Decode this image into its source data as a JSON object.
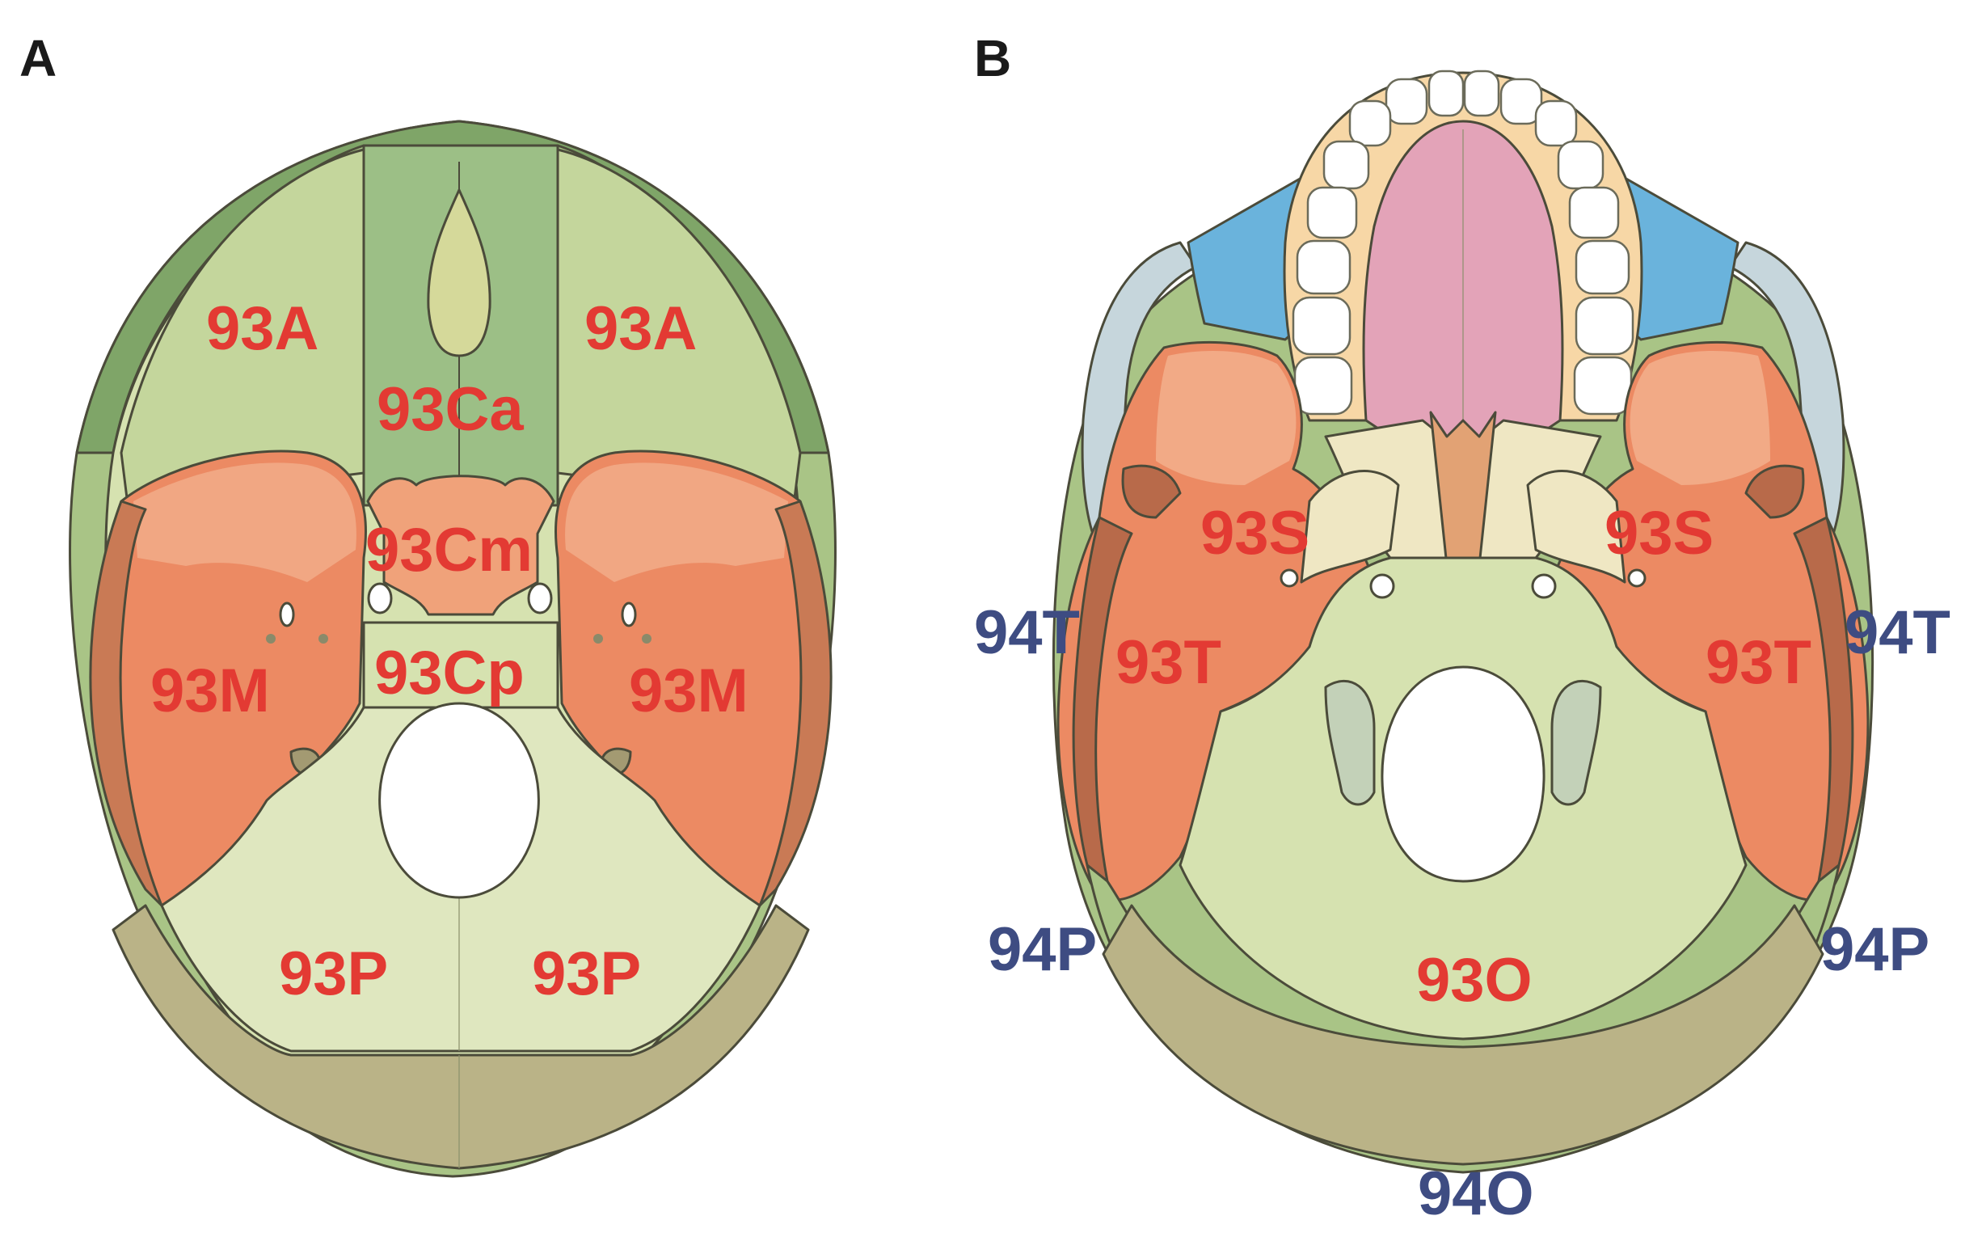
{
  "panels": [
    {
      "letter": "A",
      "labels": {
        "anterior_left": "93A",
        "anterior_right": "93A",
        "cribriform": "93Ca",
        "sella": "93Cm",
        "clivus": "93Cp",
        "middle_left": "93M",
        "middle_right": "93M",
        "posterior_left": "93P",
        "posterior_right": "93P"
      }
    },
    {
      "letter": "B",
      "labels": {
        "sphenoid_left": "93S",
        "sphenoid_right": "93S",
        "temporal_left": "93T",
        "temporal_right": "93T",
        "occipital": "93O",
        "outer_temporal_left": "94T",
        "outer_temporal_right": "94T",
        "outer_parietal_left": "94P",
        "outer_parietal_right": "94P",
        "outer_occipital": "94O"
      }
    }
  ],
  "colors": {
    "red_label": "#e33a33",
    "blue_label": "#3e4c82",
    "green_dark": "#8fb070",
    "green_light": "#d9e4b4",
    "salmon": "#ec8a63",
    "pink_palate": "#e3a3b8",
    "blue_bone": "#6ab3dc"
  }
}
